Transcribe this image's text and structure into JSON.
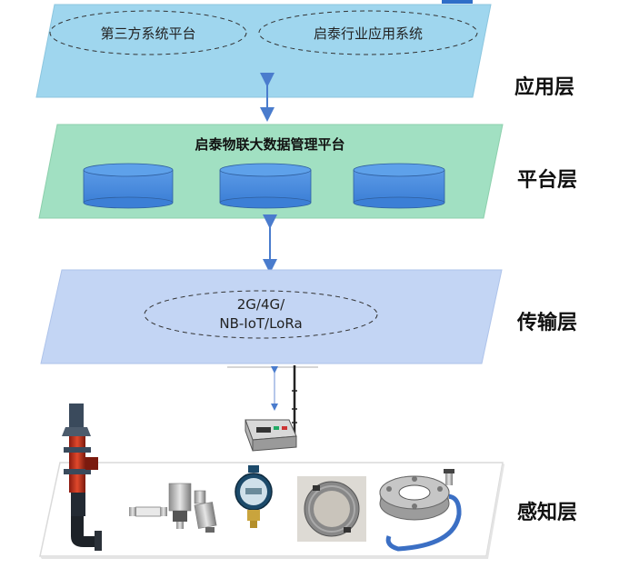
{
  "layers": {
    "application": {
      "label": "应用层",
      "items": [
        "第三方系统平台",
        "启泰行业应用系统"
      ]
    },
    "platform": {
      "label": "平台层",
      "title": "启泰物联大数据管理平台"
    },
    "transport": {
      "label": "传输层",
      "network_line1": "2G/4G/",
      "network_line2": "NB-IoT/LoRa"
    },
    "perception": {
      "label": "感知层",
      "devices": [
        "fire-hydrant",
        "fuse",
        "pressure-sensor",
        "pressure-transmitter",
        "digital-pressure-gauge",
        "pipe-clamp-ring",
        "flange-sensor"
      ]
    }
  },
  "colors": {
    "application_fill": "#9fd6ee",
    "platform_fill": "#a1e0c2",
    "transport_fill": "#c3d5f4",
    "cylinder_fill": "#4a8fe0",
    "arrow": "#4a7ccd"
  }
}
